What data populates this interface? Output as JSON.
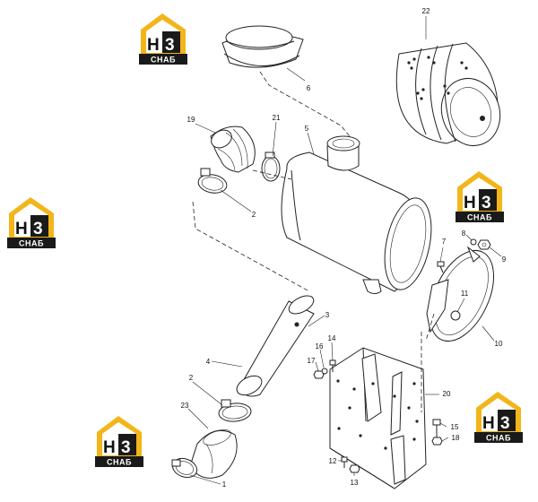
{
  "logo": {
    "h": "H",
    "three": "3",
    "brand": "СНАБ"
  },
  "callouts": {
    "c1": "1",
    "c2a": "2",
    "c2b": "2",
    "c3": "3",
    "c4": "4",
    "c5": "5",
    "c6": "6",
    "c7": "7",
    "c8": "8",
    "c9": "9",
    "c10": "10",
    "c11": "11",
    "c12": "12",
    "c13": "13",
    "c14": "14",
    "c15": "15",
    "c16": "16",
    "c17": "17",
    "c18": "18",
    "c19": "19",
    "c20": "20",
    "c21": "21",
    "c22": "22",
    "c23": "23"
  },
  "colors": {
    "logo_yellow": "#f2b51a",
    "logo_dark": "#1a1a1a",
    "line": "#222222"
  }
}
